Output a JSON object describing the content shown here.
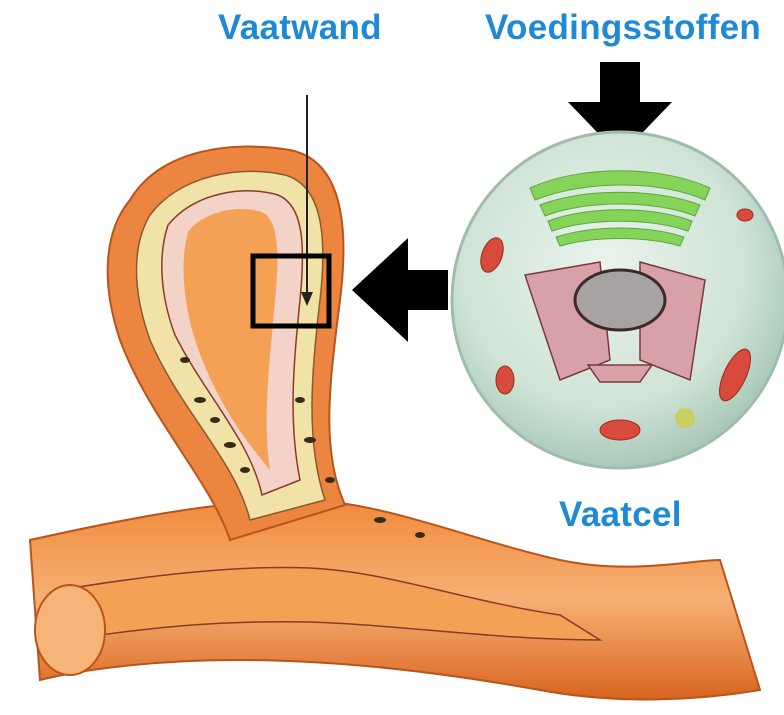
{
  "labels": {
    "vessel_wall": "Vaatwand",
    "nutrients": "Voedingsstoffen",
    "vessel_cell": "Vaatcel"
  },
  "colors": {
    "label_text": "#1e8ad6",
    "vessel_outer": "#e8782e",
    "vessel_lumen": "#f2a562",
    "media_layer": "#f3d3c8",
    "adventitia_layer": "#f1e2a8",
    "cell_body": "#cfe3d6",
    "golgi": "#86d35a",
    "mitochondria": "#d84a3c",
    "nucleus": "#a8a2a2",
    "er": "#d8a0a8",
    "arrow": "#000000"
  },
  "icons": [
    "nutrient-arrow",
    "transfer-arrow",
    "pointer-line",
    "zoom-box"
  ]
}
